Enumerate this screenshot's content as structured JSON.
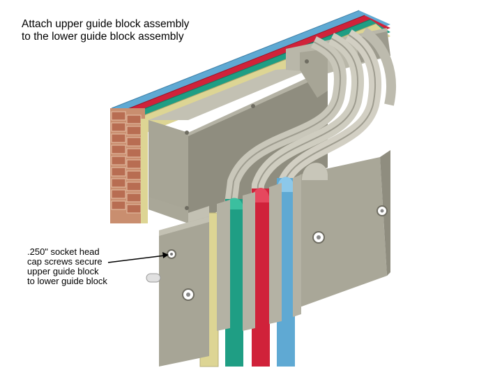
{
  "title": {
    "line1": "Attach upper guide block assembly",
    "line2": "to the lower guide block assembly"
  },
  "callout": {
    "line1": ".250\" socket head",
    "line2": "cap screws secure",
    "line3": "upper guide block",
    "line4": "to lower guide block"
  },
  "colors": {
    "block": "#a7a596",
    "block_shadow": "#8f8d7f",
    "block_light": "#c3c1b3",
    "rib": "#d2cfc3",
    "ribbon_blue": "#5fa9d3",
    "ribbon_red": "#d0223a",
    "ribbon_green": "#1f9e84",
    "ribbon_yellow": "#ddd594",
    "brick": "#b86d52",
    "background": "#ffffff"
  },
  "icons": [
    "socket-head-screw-icon",
    "leader-arrow-icon"
  ]
}
